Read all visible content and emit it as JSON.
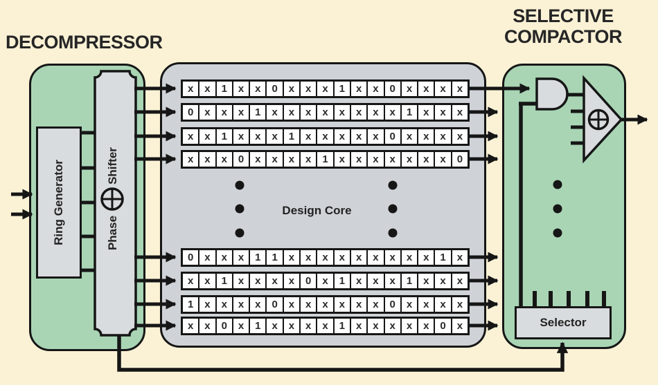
{
  "titles": {
    "decompressor": "DECOMPRESSOR",
    "compactor_line1": "SELECTIVE",
    "compactor_line2": "COMPACTOR"
  },
  "decompressor": {
    "ring_generator_label": "Ring Generator",
    "phase_label": "Phase",
    "shifter_label": "Shifter",
    "xor_symbol": "circled-plus"
  },
  "core": {
    "label": "Design Core",
    "chains_top": [
      [
        "x",
        "x",
        "1",
        "x",
        "x",
        "0",
        "x",
        "x",
        "x",
        "1",
        "x",
        "x",
        "0",
        "x",
        "x",
        "x",
        "x"
      ],
      [
        "0",
        "x",
        "x",
        "x",
        "1",
        "x",
        "x",
        "x",
        "x",
        "x",
        "x",
        "x",
        "x",
        "1",
        "x",
        "x",
        "x"
      ],
      [
        "x",
        "x",
        "1",
        "x",
        "x",
        "x",
        "1",
        "x",
        "x",
        "x",
        "x",
        "x",
        "0",
        "x",
        "x",
        "x",
        "x"
      ],
      [
        "x",
        "x",
        "x",
        "0",
        "x",
        "x",
        "x",
        "x",
        "1",
        "x",
        "x",
        "x",
        "x",
        "x",
        "x",
        "x",
        "0"
      ]
    ],
    "chains_bottom": [
      [
        "0",
        "x",
        "x",
        "x",
        "1",
        "1",
        "x",
        "x",
        "x",
        "x",
        "x",
        "x",
        "x",
        "x",
        "x",
        "1",
        "x"
      ],
      [
        "x",
        "x",
        "1",
        "x",
        "x",
        "x",
        "x",
        "0",
        "x",
        "1",
        "x",
        "x",
        "x",
        "1",
        "x",
        "x",
        "x"
      ],
      [
        "1",
        "x",
        "x",
        "x",
        "x",
        "0",
        "x",
        "x",
        "x",
        "x",
        "x",
        "x",
        "0",
        "x",
        "x",
        "x",
        "x"
      ],
      [
        "x",
        "x",
        "0",
        "x",
        "1",
        "x",
        "x",
        "x",
        "x",
        "1",
        "x",
        "x",
        "x",
        "x",
        "x",
        "0",
        "x"
      ]
    ]
  },
  "compactor": {
    "selector_label": "Selector",
    "and_gate": "and-gate",
    "xor_tree": "xor-tree"
  },
  "colors": {
    "background": "#FBF2D6",
    "panel_green": "#A9D5B5",
    "core_gray": "#CFD3D7",
    "box_gray": "#D9DCDE",
    "line": "#161616"
  }
}
